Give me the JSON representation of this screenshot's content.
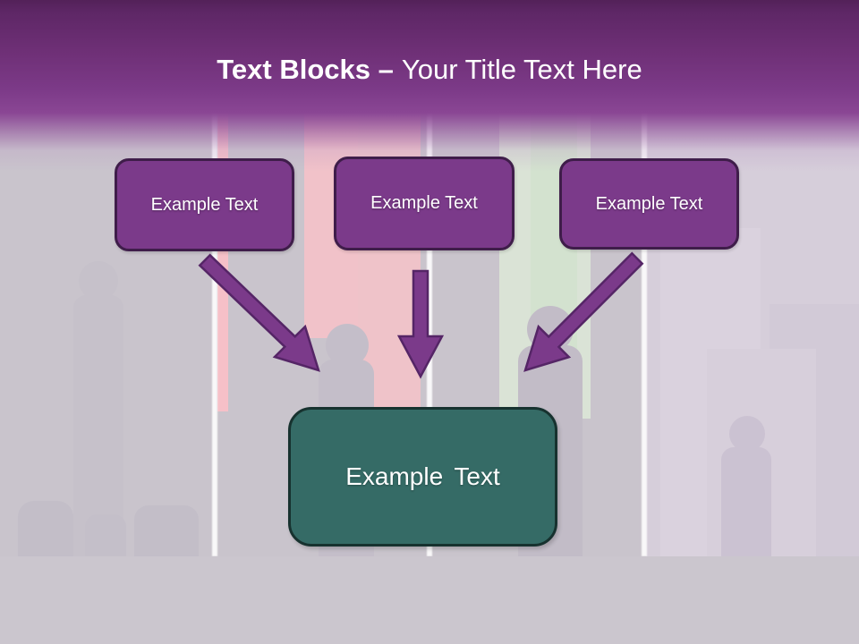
{
  "slide": {
    "title": {
      "bold_part": "Text Blocks –",
      "regular_part": "Your Title Text Here"
    },
    "source_boxes": [
      {
        "label": "Example Text"
      },
      {
        "label": "Example Text"
      },
      {
        "label": "Example Text"
      }
    ],
    "result_box": {
      "label": "Example Text"
    },
    "colors": {
      "header_purple_top": "#5e2766",
      "header_purple_bottom": "#8a4694",
      "block_purple_fill": "#7b3a8a",
      "block_purple_border": "#3f1d4a",
      "arrow_fill": "#7b3a8a",
      "arrow_outline": "#552566",
      "result_teal_fill": "#356b66",
      "result_teal_border": "#17322f",
      "background_gray": "#c9c4cc",
      "accent_pink": "#f1c2c9",
      "accent_green": "#d3e2cf",
      "text_white": "#ffffff"
    }
  }
}
